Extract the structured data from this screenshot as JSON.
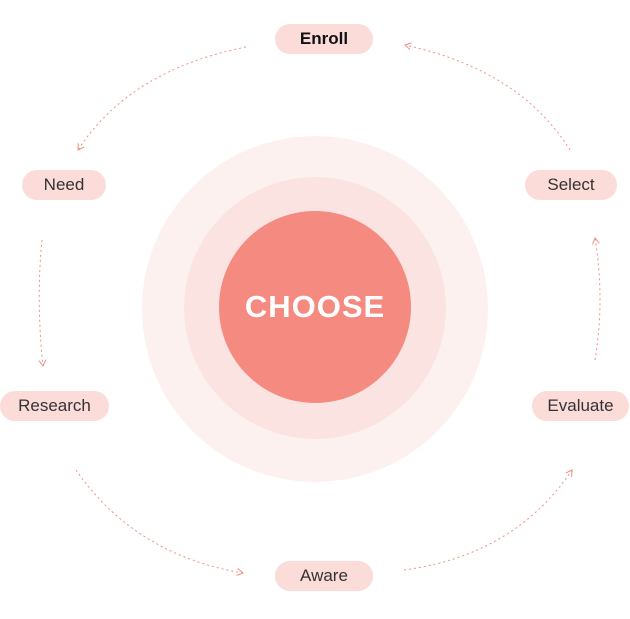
{
  "center": {
    "label": "CHOOSE"
  },
  "stages": {
    "enroll": "Enroll",
    "select": "Select",
    "evaluate": "Evaluate",
    "aware": "Aware",
    "research": "Research",
    "need": "Need"
  },
  "colors": {
    "accent": "#f58a80",
    "pill_bg": "#fbdcd9",
    "ring_outer": "#fdf1f0",
    "ring_middle": "#fbe3e1",
    "arrow": "#ef8f86"
  }
}
